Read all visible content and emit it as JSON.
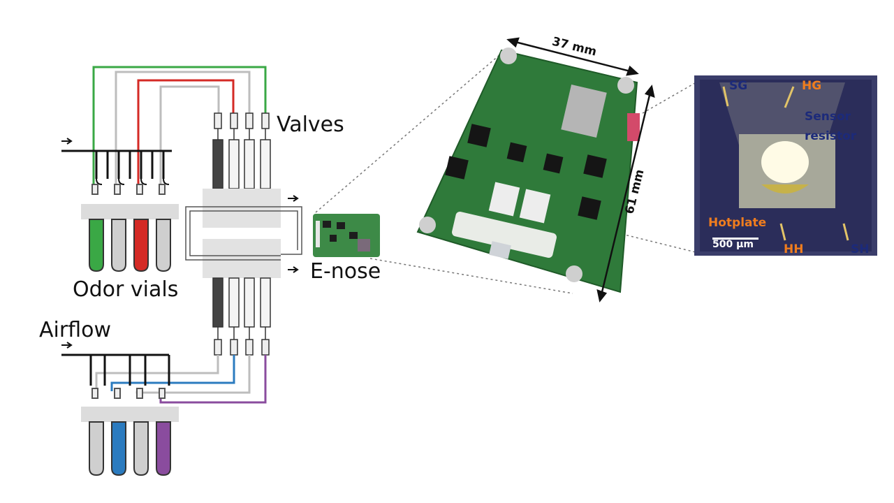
{
  "labels": {
    "valves": "Valves",
    "odor_vials": "Odor vials",
    "airflow": "Airflow",
    "enose": "E-nose"
  },
  "dimensions": {
    "width": "37 mm",
    "height": "61 mm"
  },
  "chip": {
    "sg": "SG",
    "hg": "HG",
    "sensor_resistor_line1": "Sensor",
    "sensor_resistor_line2": "resistor",
    "hotplate": "Hotplate",
    "hh": "HH",
    "sh": "SH",
    "scale_bar": "500 µm"
  },
  "colors": {
    "tube_green": "#3aa845",
    "tube_red": "#d42a25",
    "tube_blue": "#2b7bbf",
    "tube_purple": "#8a4c9e",
    "tube_gray": "#bdbdbd",
    "pcb_green": "#2f7a3a",
    "chip_label_blue": "#1c2a7a",
    "chip_label_orange": "#f07d1e"
  }
}
